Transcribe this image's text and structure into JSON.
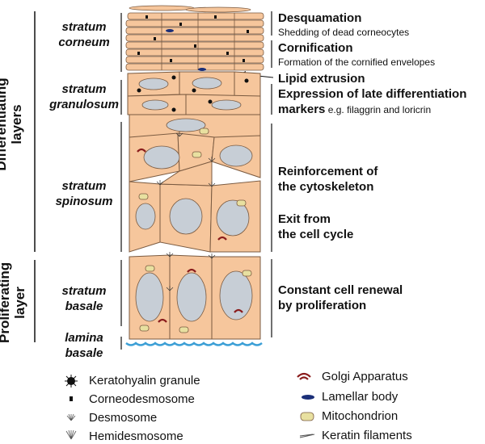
{
  "side_labels": {
    "differentiating": [
      "Differentiating",
      "layers"
    ],
    "proliferating": [
      "Proliferating",
      "layer"
    ]
  },
  "layers": {
    "corneum": [
      "stratum",
      "corneum"
    ],
    "granulosum": [
      "stratum",
      "granulosum"
    ],
    "spinosum": [
      "stratum",
      "spinosum"
    ],
    "basale": [
      "stratum",
      "basale"
    ],
    "lamina": [
      "lamina",
      "basale"
    ]
  },
  "processes": {
    "desquamation": {
      "title": "Desquamation",
      "sub": "Shedding of dead corneocytes"
    },
    "cornification": {
      "title": "Cornification",
      "sub": "Formation of the cornified envelopes"
    },
    "lipid": {
      "title": "Lipid extrusion"
    },
    "expression": {
      "title1": "Expression of late differentiation",
      "title2": "markers",
      "sub": " e.g. filaggrin and loricrin"
    },
    "reinforcement": [
      "Reinforcement of",
      "the cytoskeleton"
    ],
    "exit": [
      "Exit from",
      "the cell cycle"
    ],
    "renewal": [
      "Constant cell renewal",
      "by proliferation"
    ]
  },
  "legend": {
    "left": [
      "Keratohyalin granule",
      "Corneodesmosome",
      "Desmosome",
      "Hemidesmosome"
    ],
    "right": [
      "Golgi Apparatus",
      "Lamellar body",
      "Mitochondrion",
      "Keratin filaments"
    ]
  },
  "colors": {
    "cell_fill": "#f6c69c",
    "cell_stroke": "#7a5a40",
    "nucleus": "#c7ced6",
    "golgi": "#8a1c1c",
    "lamellar": "#1b2f78",
    "mito": "#e8e0a0",
    "membrane": "#3da0d6"
  }
}
